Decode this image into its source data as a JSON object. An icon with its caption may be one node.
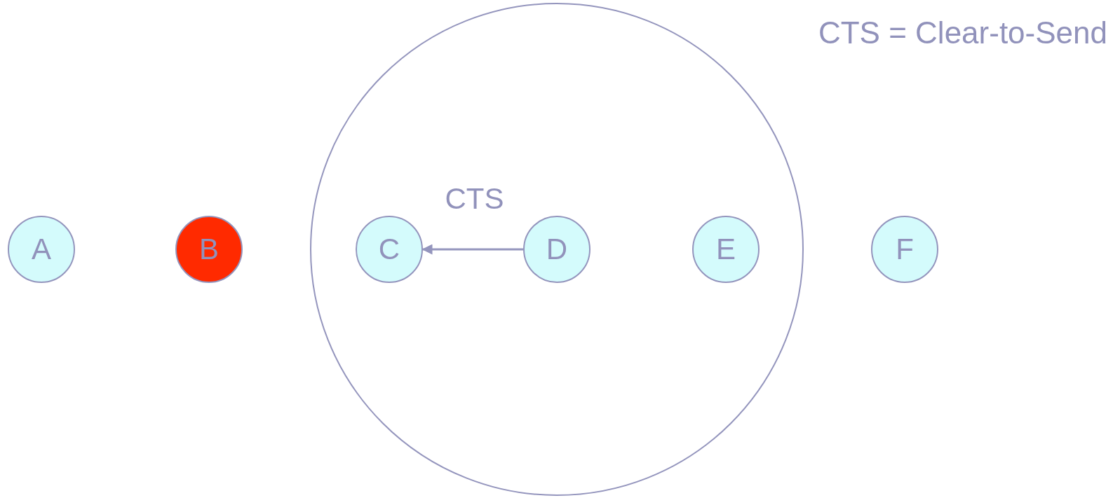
{
  "diagram": {
    "nodes": [
      {
        "text": [
          "A"
        ]
      },
      {
        "text": [
          "B"
        ]
      },
      {
        "text": [
          "C"
        ]
      },
      {
        "text": [
          "D"
        ]
      },
      {
        "text": [
          "E"
        ]
      },
      {
        "text": [
          "F"
        ]
      }
    ],
    "edges": [
      {
        "from": 3,
        "to": 2,
        "arrow": "to",
        "label": "CTS"
      }
    ],
    "labels": [
      "CTS = Clear-to-Send"
    ]
  }
}
